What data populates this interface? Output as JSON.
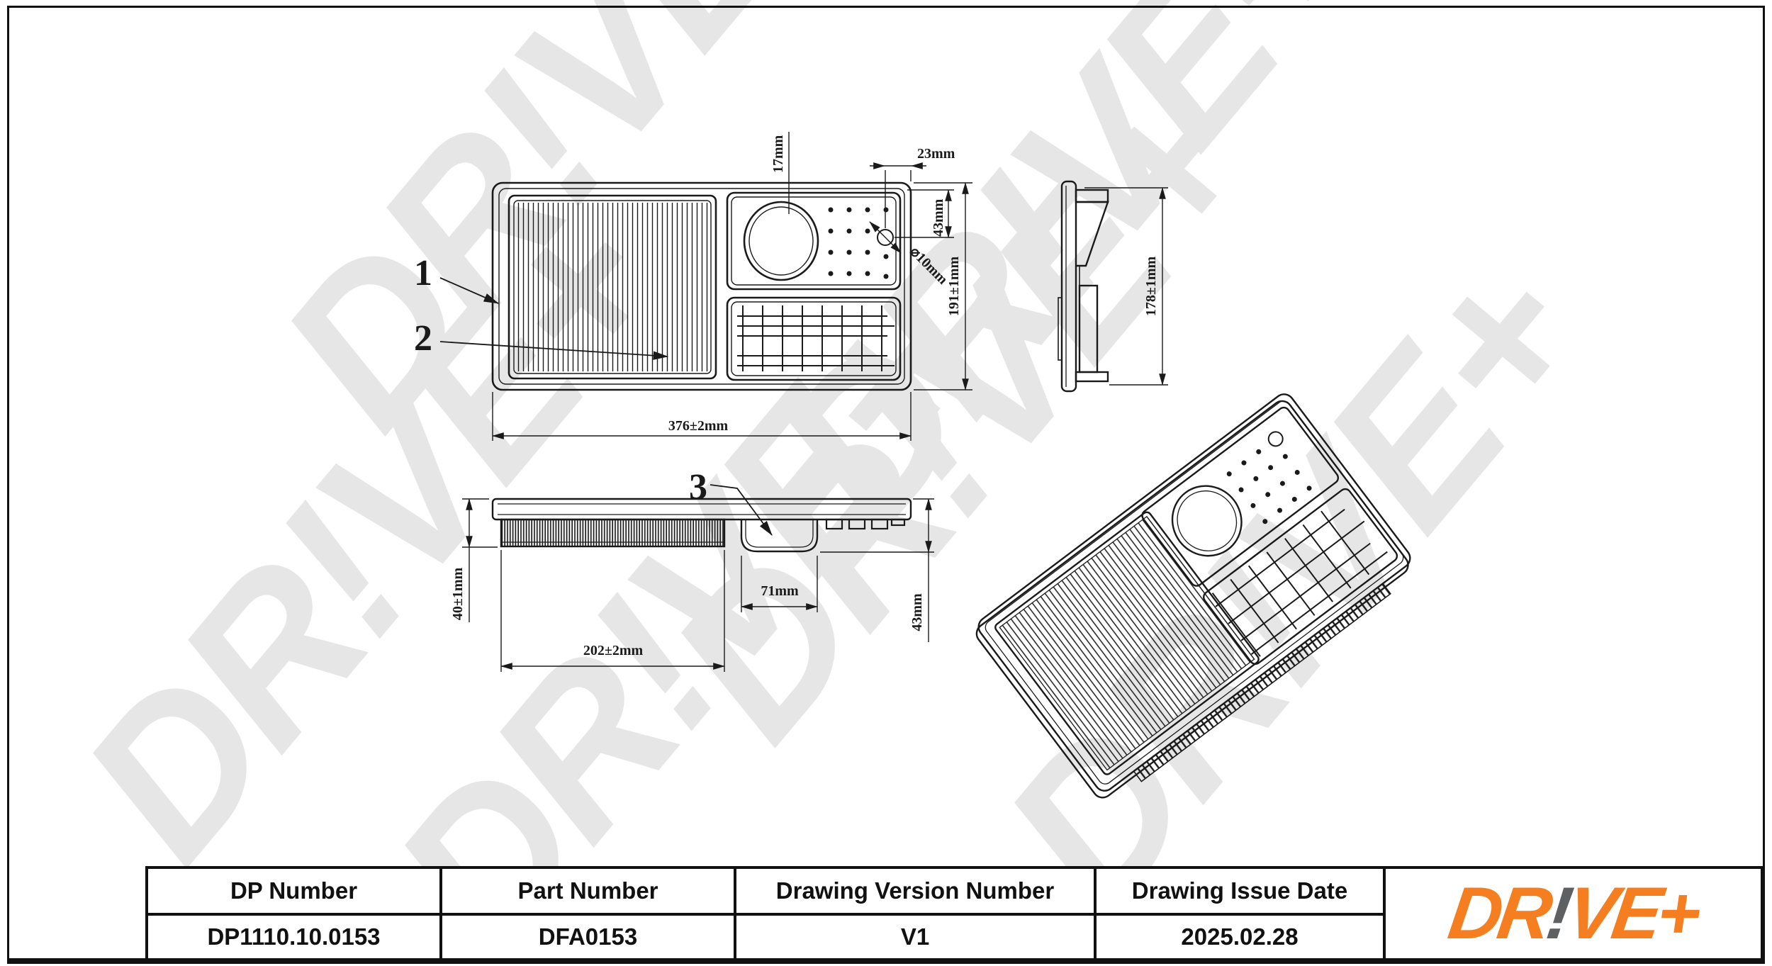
{
  "drawing": {
    "part_labels": {
      "frame": "1",
      "media": "2",
      "cup": "3"
    },
    "dims": {
      "hole_top_offset": "17mm",
      "hole_right_offset": "23mm",
      "hole_down_offset": "43mm",
      "hole_diameter": "⌀10mm",
      "overall_height": "191±1mm",
      "overall_width": "376±2mm",
      "side_height": "178±1mm",
      "pleat_depth": "40±1mm",
      "pleat_width": "202±2mm",
      "cup_width": "71mm",
      "cup_depth": "43mm"
    }
  },
  "watermark": {
    "text": "DR!VE+"
  },
  "title_block": {
    "columns": [
      {
        "header": "DP Number",
        "value": "DP1110.10.0153"
      },
      {
        "header": "Part Number",
        "value": "DFA0153"
      },
      {
        "header": "Drawing Version Number",
        "value": "V1"
      },
      {
        "header": "Drawing Issue Date",
        "value": "2025.02.28"
      }
    ]
  },
  "logo": {
    "part1": "DR",
    "part2": "!",
    "part3": "VE+"
  },
  "colors": {
    "line": "#1a1a1a",
    "logo_orange": "#f57e20",
    "logo_gray": "#5f6062",
    "watermark": "#e6e6e6"
  }
}
